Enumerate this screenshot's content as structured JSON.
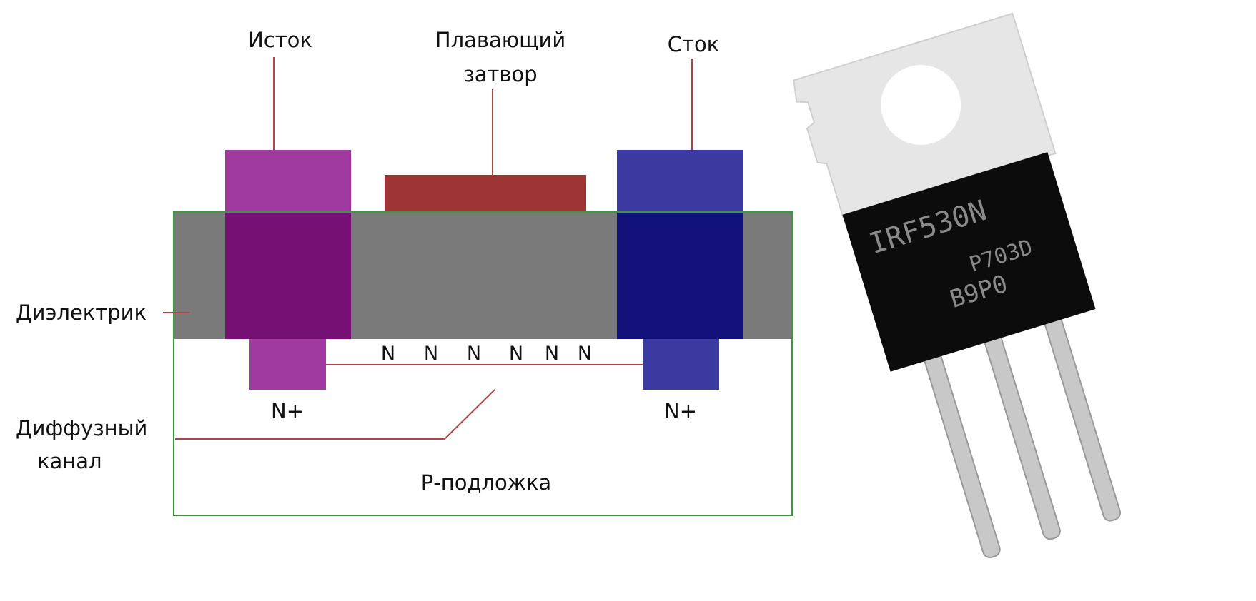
{
  "diagram": {
    "labels": {
      "source": "Исток",
      "floating_gate_1": "Плавающий",
      "floating_gate_2": "затвор",
      "drain": "Сток",
      "dielectric": "Диэлектрик",
      "diffusion_channel_1": "Диффузный",
      "diffusion_channel_2": "канал",
      "substrate": "Р-подложка",
      "source_region": "N+",
      "drain_region": "N+"
    },
    "channel_carriers": [
      "N",
      "N",
      "N",
      "N",
      "N",
      "N"
    ],
    "colors": {
      "source_light": "#a03aa0",
      "source_dark": "#751075",
      "drain_light": "#3a3aa0",
      "drain_dark": "#12127a",
      "gate": "#9e3535",
      "dielectric": "#7a7a7a",
      "substrate_border": "#3a9a3a",
      "leader_line": "#b04545"
    }
  },
  "photo": {
    "marking_line1": "IRF530N",
    "marking_line2": "P703D",
    "marking_line3": "B9P0"
  }
}
